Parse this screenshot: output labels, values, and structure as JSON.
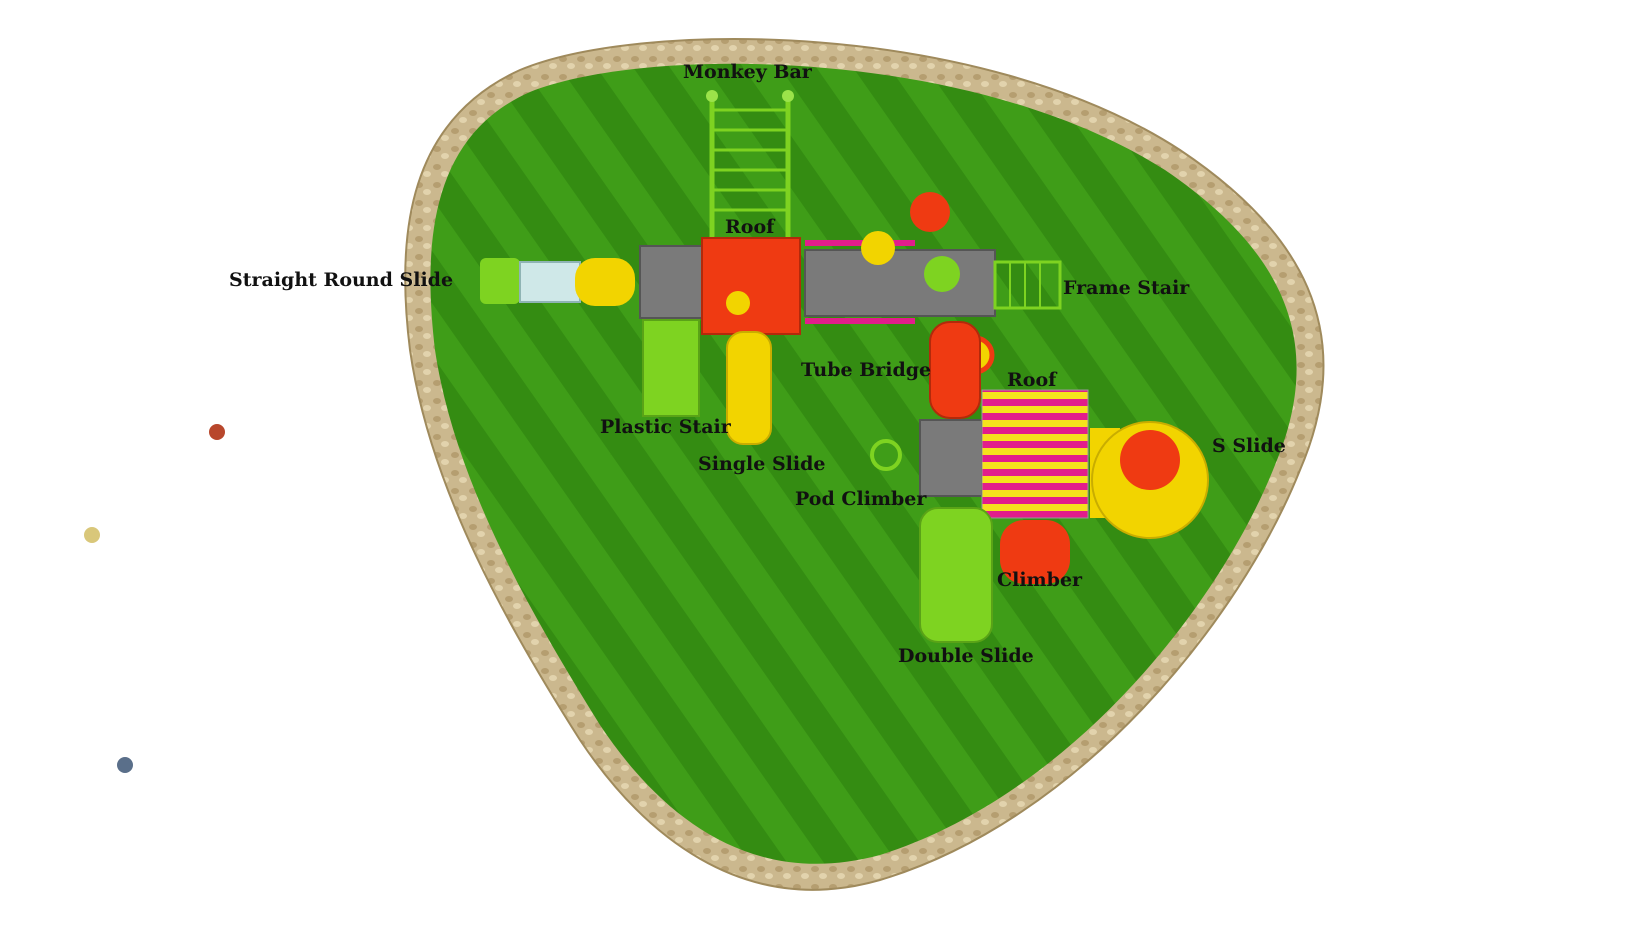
{
  "colors": {
    "grass": "#3d9a17",
    "grass_dark": "#2f7d10",
    "border": "#c8b48a",
    "deck": "#7a7a7a",
    "roof_red": "#ef3a12",
    "slide_yellow": "#f2d400",
    "slide_green": "#7ed321",
    "label": "#111111"
  },
  "labels": {
    "monkey_bar": "Monkey Bar",
    "roof_left": "Roof",
    "straight_round_slide": "Straight Round Slide",
    "frame_stair": "Frame Stair",
    "tube_bridge": "Tube Bridge",
    "roof_right": "Roof",
    "plastic_stair": "Plastic Stair",
    "single_slide": "Single Slide",
    "s_slide": "S Slide",
    "pod_climber": "Pod Climber",
    "climber": "Climber",
    "double_slide": "Double Slide"
  }
}
